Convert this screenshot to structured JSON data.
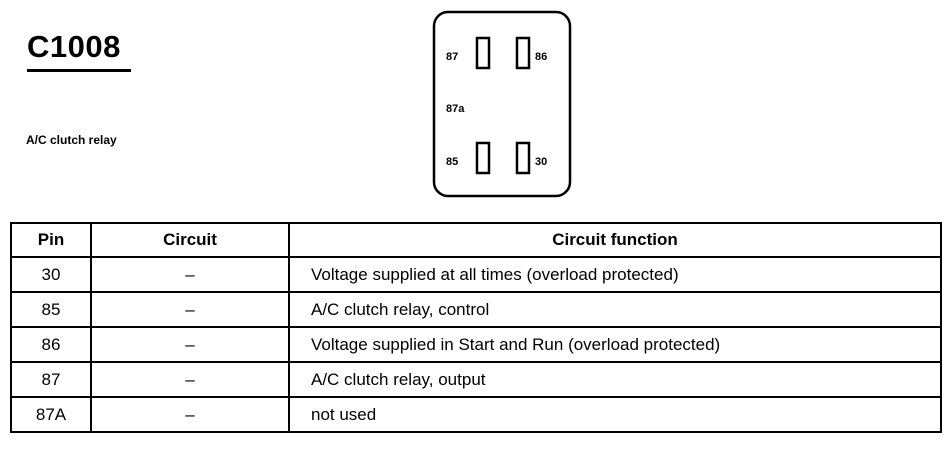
{
  "connector_id": "C1008",
  "description": "A/C clutch relay",
  "connector_pins": {
    "top_left": "87",
    "top_right": "86",
    "middle": "87a",
    "bottom_left": "85",
    "bottom_right": "30"
  },
  "table": {
    "headers": [
      "Pin",
      "Circuit",
      "Circuit function"
    ],
    "rows": [
      {
        "pin": "30",
        "circuit": "–",
        "function": "Voltage supplied at all times (overload protected)"
      },
      {
        "pin": "85",
        "circuit": "–",
        "function": "A/C clutch relay, control"
      },
      {
        "pin": "86",
        "circuit": "–",
        "function": "Voltage supplied in Start and Run (overload protected)"
      },
      {
        "pin": "87",
        "circuit": "–",
        "function": "A/C clutch relay, output"
      },
      {
        "pin": "87A",
        "circuit": "–",
        "function": "not used"
      }
    ]
  }
}
